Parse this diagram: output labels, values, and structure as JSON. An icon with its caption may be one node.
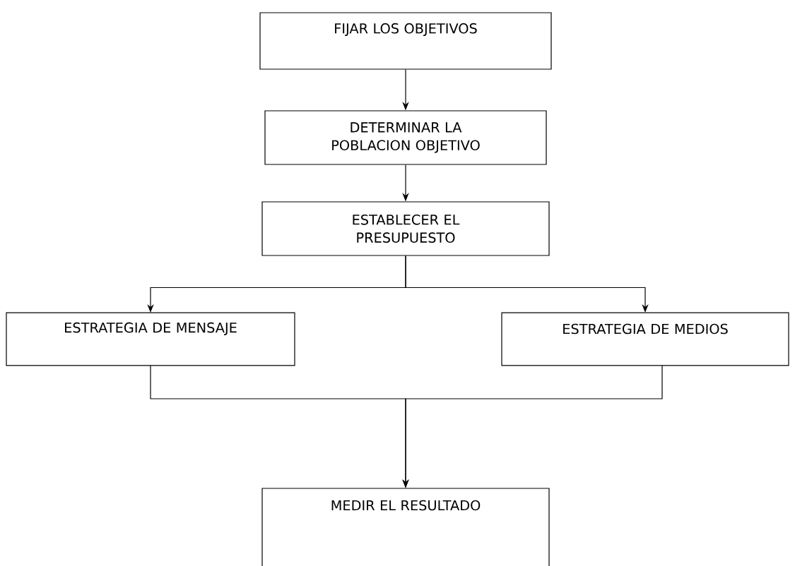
{
  "diagram": {
    "nodes": [
      {
        "text": [
          "FIJAR LOS OBJETIVOS"
        ]
      },
      {
        "text": [
          "DETERMINAR LA POBLACION OBJETIVO"
        ]
      },
      {
        "text": [
          "ESTABLECER EL PRESUPUESTO"
        ]
      },
      {
        "text": [
          "ESTRATEGIA DE MENSAJE"
        ]
      },
      {
        "text": [
          "ESTRATEGIA DE MEDIOS"
        ]
      },
      {
        "text": [
          "MEDIR EL RESULTADO"
        ]
      }
    ],
    "edges": [
      {
        "from": 0,
        "to": 1,
        "arrow": "to"
      },
      {
        "from": 1,
        "to": 2,
        "arrow": "to"
      },
      {
        "from": 2,
        "to": 3,
        "arrow": "to"
      },
      {
        "from": 2,
        "to": 4,
        "arrow": "to"
      },
      {
        "from": 3,
        "to": 5,
        "arrow": "to"
      },
      {
        "from": 4,
        "to": 5,
        "arrow": "to"
      }
    ]
  }
}
